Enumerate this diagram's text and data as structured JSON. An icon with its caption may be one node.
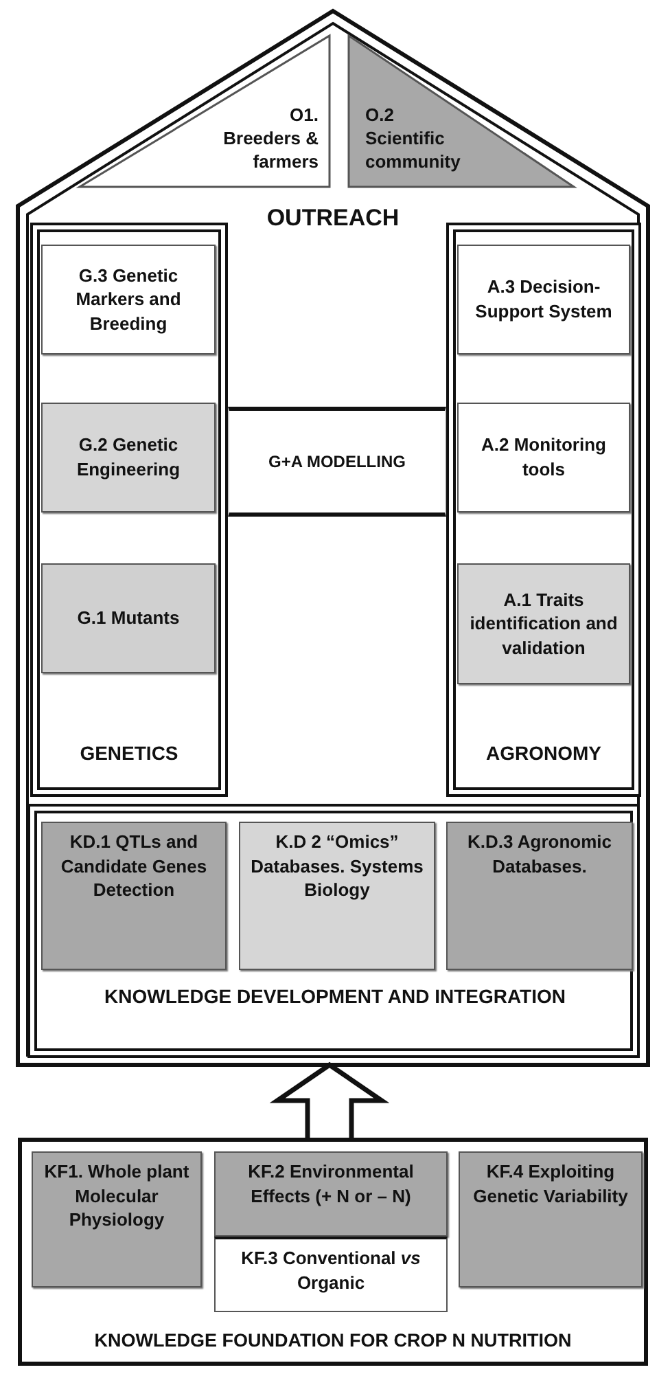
{
  "diagram": {
    "nodes": [
      {
        "text": [
          "OUTREACH"
        ]
      },
      {
        "text": [
          "O1. Breeders & farmers"
        ],
        "in": 0
      },
      {
        "text": [
          "O.2 Scientific community"
        ],
        "in": 0
      },
      {
        "text": [
          "GENETICS"
        ],
        "in": 0
      },
      {
        "text": [
          "G.3 Genetic Markers and Breeding"
        ],
        "in": 3
      },
      {
        "text": [
          "G.2 Genetic Engineering"
        ],
        "in": 3
      },
      {
        "text": [
          "G.1 Mutants"
        ],
        "in": 3
      },
      {
        "text": [
          "AGRONOMY"
        ],
        "in": 0
      },
      {
        "text": [
          "A.3 Decision-Support System"
        ],
        "in": 7
      },
      {
        "text": [
          "A.2 Monitoring tools"
        ],
        "in": 7
      },
      {
        "text": [
          "A.1 Traits identification and validation"
        ],
        "in": 7
      },
      {
        "text": [
          "G+A MODELLING"
        ],
        "in": 0
      },
      {
        "text": [
          "KNOWLEDGE DEVELOPMENT AND INTEGRATION"
        ],
        "in": 0
      },
      {
        "text": [
          "KD.1 QTLs and Candidate Genes Detection"
        ],
        "in": 12
      },
      {
        "text": [
          "K.D 2 “Omics” Databases. Systems Biology"
        ],
        "in": 12
      },
      {
        "text": [
          "K.D.3 Agronomic Databases."
        ],
        "in": 12
      },
      {
        "text": [
          "KNOWLEDGE FOUNDATION FOR CROP N NUTRITION"
        ]
      },
      {
        "text": [
          "KF1. Whole plant Molecular Physiology"
        ],
        "in": 16
      },
      {
        "text": [
          "KF.2 Environmental Effects (+ N or – N)"
        ],
        "in": 16
      },
      {
        "text": [
          "KF.3 Conventional *vs* Organic"
        ],
        "in": 16
      },
      {
        "text": [
          "KF.4 Exploiting Genetic Variability"
        ],
        "in": 16
      }
    ],
    "edges": [
      {
        "from": 16,
        "to": 0,
        "arrow": "to",
        "style": "thick"
      }
    ]
  }
}
